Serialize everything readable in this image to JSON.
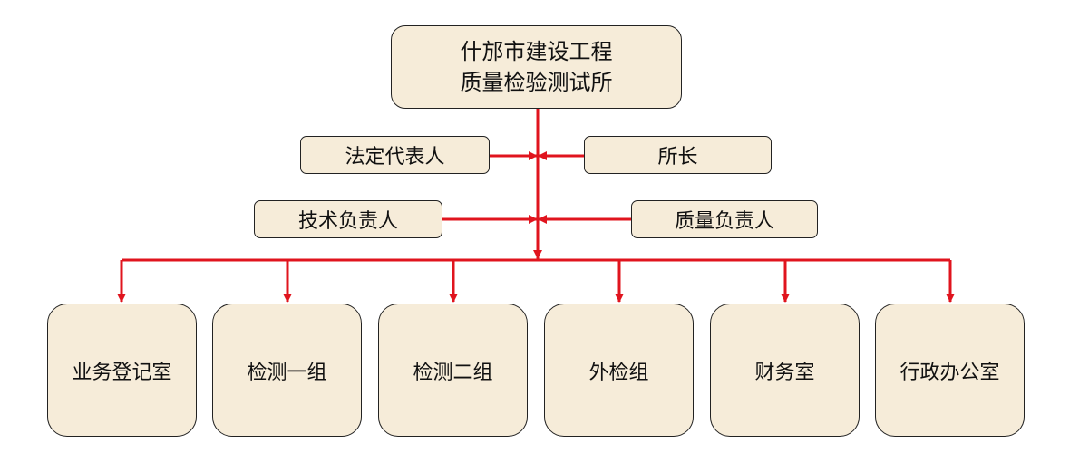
{
  "title_lines": [
    "什邡市建设工程",
    "质量检验测试所"
  ],
  "left_roles": [
    "法定代表人",
    "技术负责人"
  ],
  "right_roles": [
    "所长",
    "质量负责人"
  ],
  "departments": [
    "业务登记室",
    "检测一组",
    "检测二组",
    "外检组",
    "财务室",
    "行政办公室"
  ],
  "colors": {
    "line": "#e0141e",
    "box_fill": "#f6ecd9",
    "box_border": "#222222"
  }
}
